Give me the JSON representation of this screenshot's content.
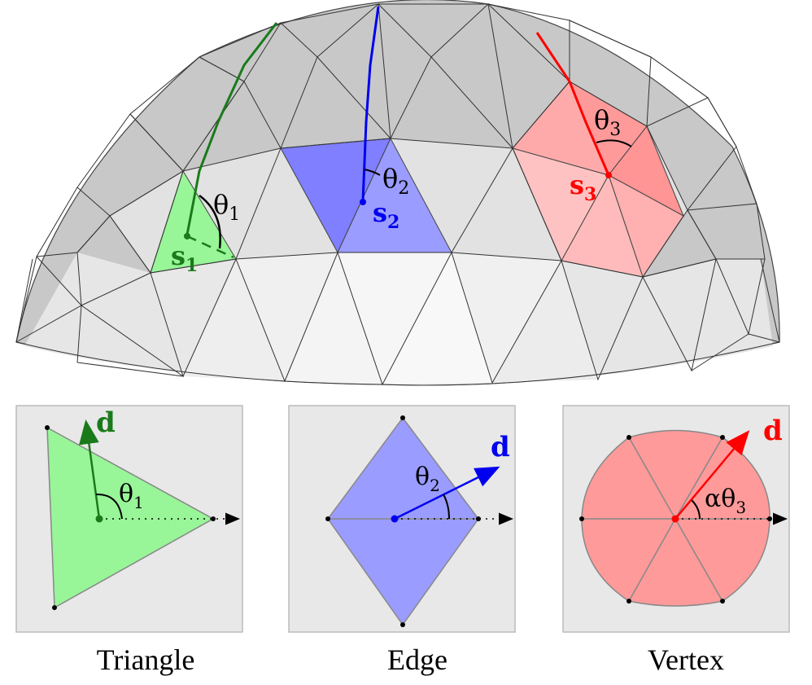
{
  "dome": {
    "labels": {
      "s1": "s",
      "s1_sub": "1",
      "s2": "s",
      "s2_sub": "2",
      "s3": "s",
      "s3_sub": "3",
      "theta1": "θ",
      "theta1_sub": "1",
      "theta2": "θ",
      "theta2_sub": "2",
      "theta3": "θ",
      "theta3_sub": "3"
    }
  },
  "panels": [
    {
      "caption": "Triangle",
      "direction_label": "d",
      "angle_label": "θ",
      "angle_sub": "1",
      "color": "#1a7a1a",
      "fill": "#98f598"
    },
    {
      "caption": "Edge",
      "direction_label": "d",
      "angle_label": "θ",
      "angle_sub": "2",
      "color": "#0000ee",
      "fill": "#9a9cff"
    },
    {
      "caption": "Vertex",
      "direction_label": "d",
      "angle_label": "αθ",
      "angle_sub": "3",
      "color": "#ff0000",
      "fill": "#ff9a9a"
    }
  ],
  "colors": {
    "green": "#1a7a1a",
    "blue": "#0000ee",
    "red": "#ff0000",
    "panel_bg": "#e8e8e8"
  }
}
